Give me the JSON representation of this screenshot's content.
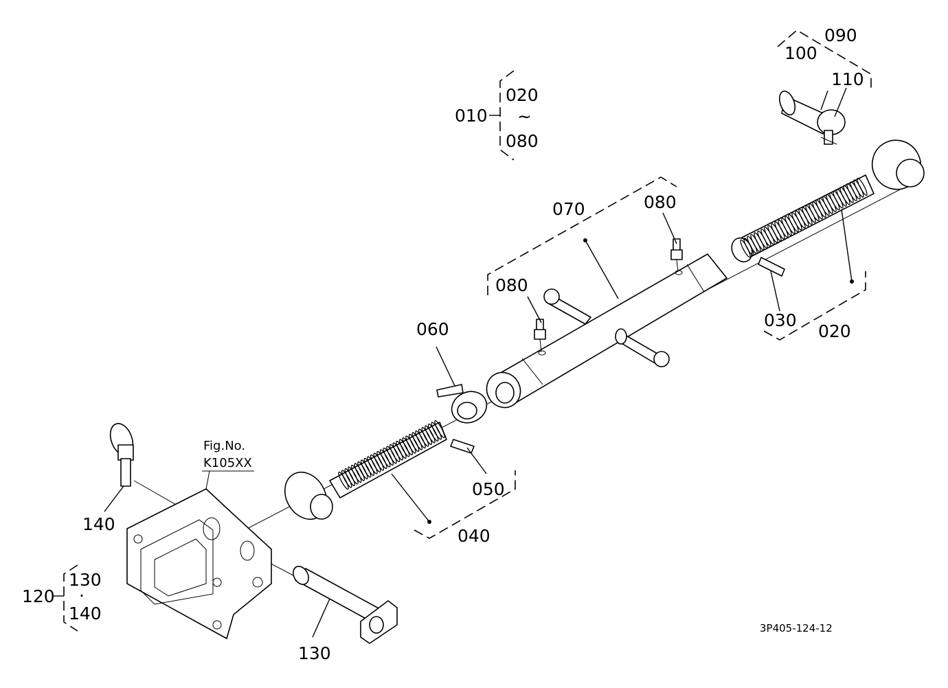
{
  "figure": {
    "ref_label": "Fig.No.",
    "ref_number": "K105XX",
    "drawing_code": "3P405-124-12"
  },
  "callouts": {
    "p010": "010",
    "p010_from": "020",
    "p010_tilde": "~",
    "p010_to": "080",
    "p020": "020",
    "p030": "030",
    "p040": "040",
    "p050": "050",
    "p060": "060",
    "p070": "070",
    "p080_a": "080",
    "p080_b": "080",
    "p090": "090",
    "p100": "100",
    "p110": "110",
    "p120": "120",
    "p120_from": "130",
    "p120_dot": "·",
    "p120_to": "140",
    "p130": "130",
    "p140": "140"
  }
}
